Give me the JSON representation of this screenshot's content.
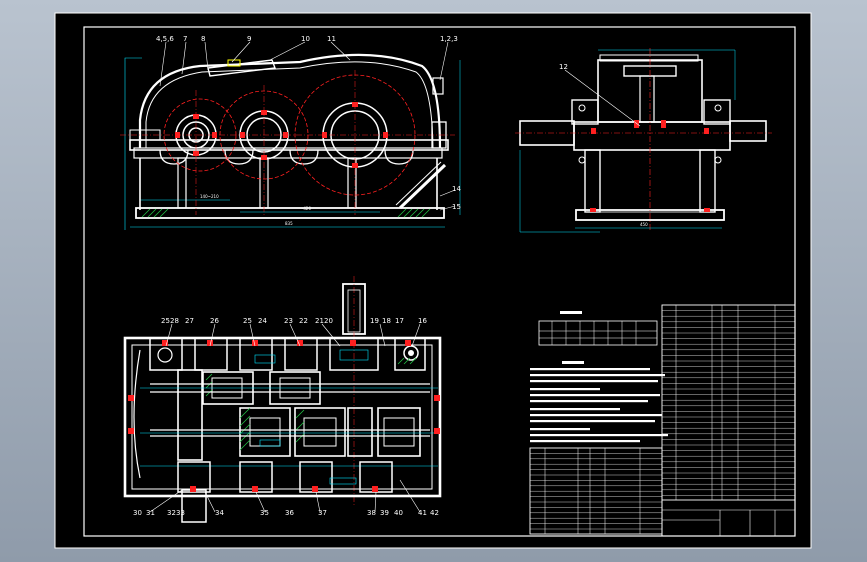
{
  "colors": {
    "background": "#000000",
    "outline": "#ffffff",
    "centerline": "#ff2020",
    "dimension": "#00e5ff",
    "hatch": "#22c044",
    "highlight": "#ffff00"
  },
  "drawing": {
    "front_view": {
      "part_numbers": [
        "4,5,6",
        "7",
        "8",
        "9",
        "10",
        "11",
        "1,2,3",
        "14",
        "15"
      ]
    },
    "side_view": {
      "part_numbers": [
        "12"
      ]
    },
    "plan_view": {
      "part_numbers_top": [
        "25",
        "28",
        "27",
        "26",
        "25",
        "24",
        "23",
        "22",
        "21",
        "20",
        "19",
        "18",
        "17",
        "16"
      ],
      "part_numbers_bottom": [
        "30",
        "31",
        "32",
        "33",
        "34",
        "35",
        "36",
        "37",
        "38",
        "39",
        "40",
        "41",
        "42"
      ]
    }
  }
}
